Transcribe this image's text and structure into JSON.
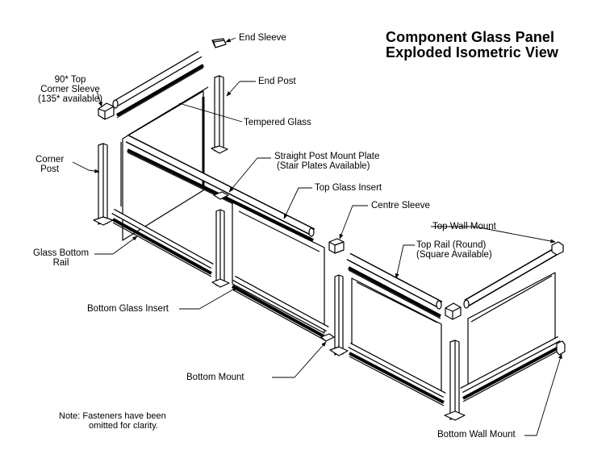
{
  "title": {
    "line1": "Component Glass Panel",
    "line2": "Exploded Isometric View"
  },
  "labels": {
    "end_sleeve": "End Sleeve",
    "corner_sleeve_1": "90* Top",
    "corner_sleeve_2": "Corner Sleeve",
    "corner_sleeve_3": "(135* available)",
    "end_post": "End Post",
    "tempered_glass": "Tempered Glass",
    "corner_post_1": "Corner",
    "corner_post_2": "Post",
    "mount_plate_1": "Straight Post Mount Plate",
    "mount_plate_2": "(Stair Plates Available)",
    "top_glass_insert": "Top Glass Insert",
    "centre_sleeve": "Centre Sleeve",
    "top_wall_mount": "Top Wall Mount",
    "top_rail_1": "Top Rail (Round)",
    "top_rail_2": "(Square Available)",
    "glass_bottom_rail_1": "Glass Bottom",
    "glass_bottom_rail_2": "Rail",
    "bottom_glass_insert": "Bottom Glass Insert",
    "bottom_mount": "Bottom Mount",
    "bottom_wall_mount": "Bottom Wall Mount"
  },
  "note": {
    "line1": "Note: Fasteners have been",
    "line2": "omitted for clarity."
  }
}
